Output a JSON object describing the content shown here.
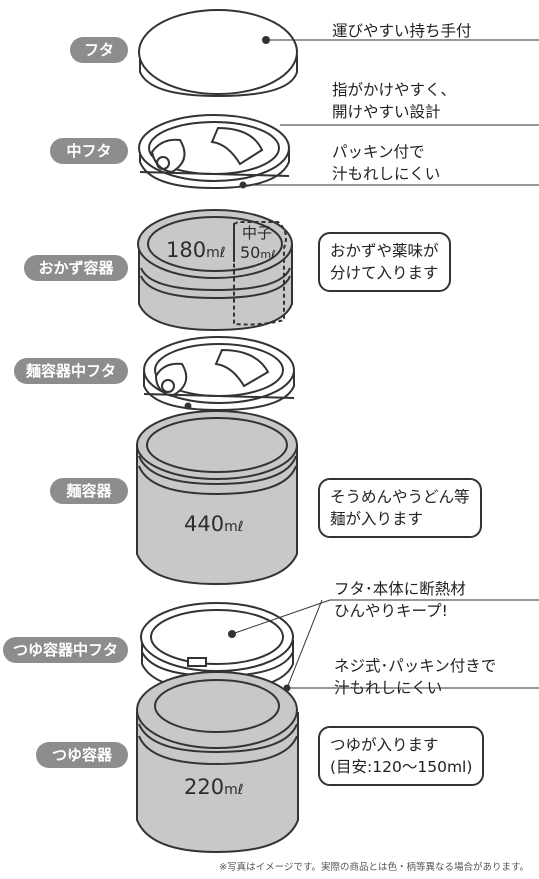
{
  "labels": {
    "lid": "フタ",
    "inner_lid": "中フタ",
    "side_dish": "おかず容器",
    "noodle_inner_lid": "麺容器中フタ",
    "noodle": "麺容器",
    "soup_inner_lid": "つゆ容器中フタ",
    "soup": "つゆ容器"
  },
  "notes": {
    "handle_1": "運びやすい持ち手付",
    "grip_1": "指がかけやすく、",
    "grip_2": "開けやすい設計",
    "packing_1": "パッキン付で",
    "packing_2": "汁もれしにくい",
    "insulation_1": "フタ･本体に断熱材",
    "insulation_2": "ひんやりキープ!",
    "screw_1": "ネジ式･パッキン付きで",
    "screw_2": "汁もれしにくい"
  },
  "boxes": {
    "side_1": "おかずや薬味が",
    "side_2": "分けて入ります",
    "noodle_1": "そうめんやうどん等",
    "noodle_2": "麺が入ります",
    "soup_1": "つゆが入ります",
    "soup_2": "(目安:120～150ml)"
  },
  "volumes": {
    "side_num": "180",
    "side_unit": "mℓ",
    "inner_title": "中子",
    "inner_num": "50",
    "inner_unit": "mℓ",
    "noodle_num": "440",
    "noodle_unit": "mℓ",
    "soup_num": "220",
    "soup_unit": "mℓ"
  },
  "disclaimer": "※写真はイメージです。実際の商品とは色・柄等異なる場合があります。",
  "colors": {
    "body_fill": "#c8c8c8",
    "pill_bg": "#8d8d8d",
    "outline": "#333333"
  }
}
